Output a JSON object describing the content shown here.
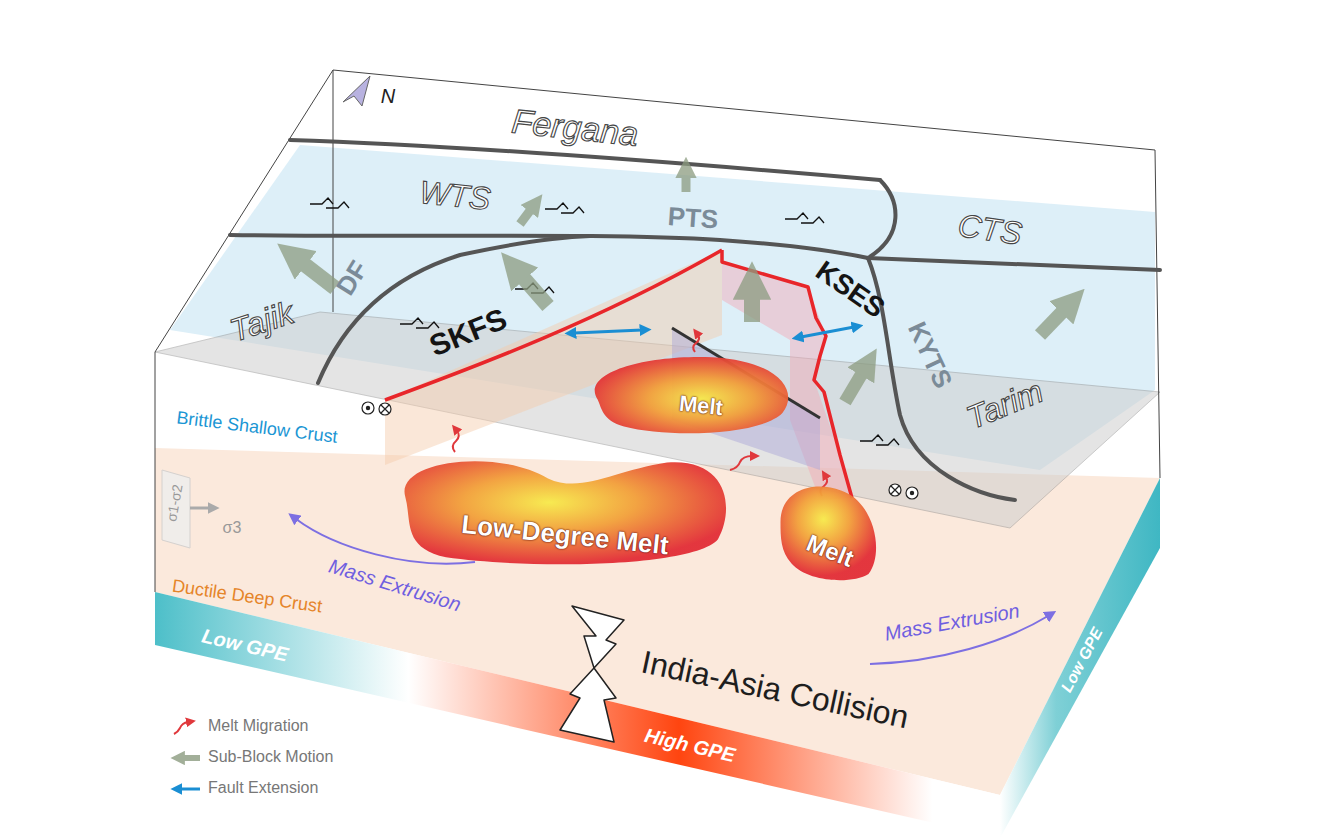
{
  "diagram": {
    "nodes": [
      {
        "text": [
          "Melt"
        ]
      },
      {
        "text": [
          "Low-Degree Melt"
        ]
      },
      {
        "text": [
          "Melt"
        ]
      }
    ],
    "labels": [
      "N",
      "Fergana",
      "WTS",
      "PTS",
      "CTS",
      "KSES",
      "DF",
      "Tajik",
      "SKFS",
      "KYTS",
      "Tarim",
      "Brittle Shallow Crust",
      "σ1-σ2",
      "σ3",
      "Ductile Deep Crust",
      "Mass Extrusion",
      "Mass Extrusion",
      "India-Asia Collision",
      "Low GPE",
      "High GPE",
      "Low GPE"
    ],
    "legend": [
      {
        "text": "Melt Migration"
      },
      {
        "text": "Sub-Block Motion"
      },
      {
        "text": "Fault Extension"
      }
    ]
  }
}
